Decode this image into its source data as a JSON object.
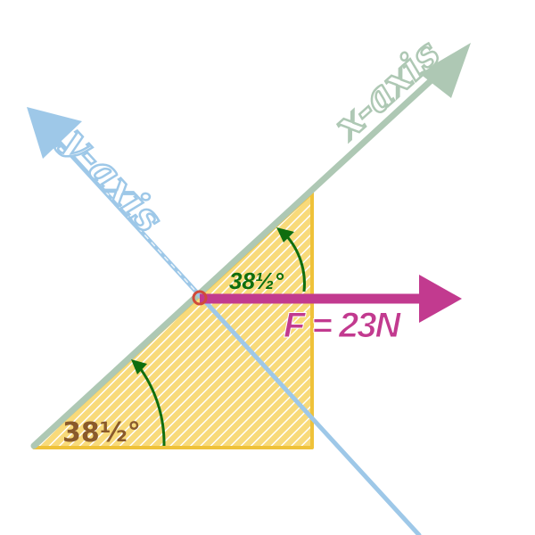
{
  "diagram": {
    "x_axis_label": "x-axis",
    "y_axis_label": "y-axis",
    "force_label": "F = 23N",
    "angle_top_label": "38½°",
    "angle_bottom_label": "38½°",
    "colors": {
      "x_axis": "#aec8b4",
      "y_axis": "#9ec8e8",
      "force": "#c23a8f",
      "incline_fill": "#f6d56a",
      "incline_stroke": "#efc23a",
      "angle_arc": "#0f6e0f",
      "angle_top_text": "#0f6e0f",
      "angle_bottom_text": "#8a5a2b",
      "origin_marker": "#d04a3a"
    }
  }
}
